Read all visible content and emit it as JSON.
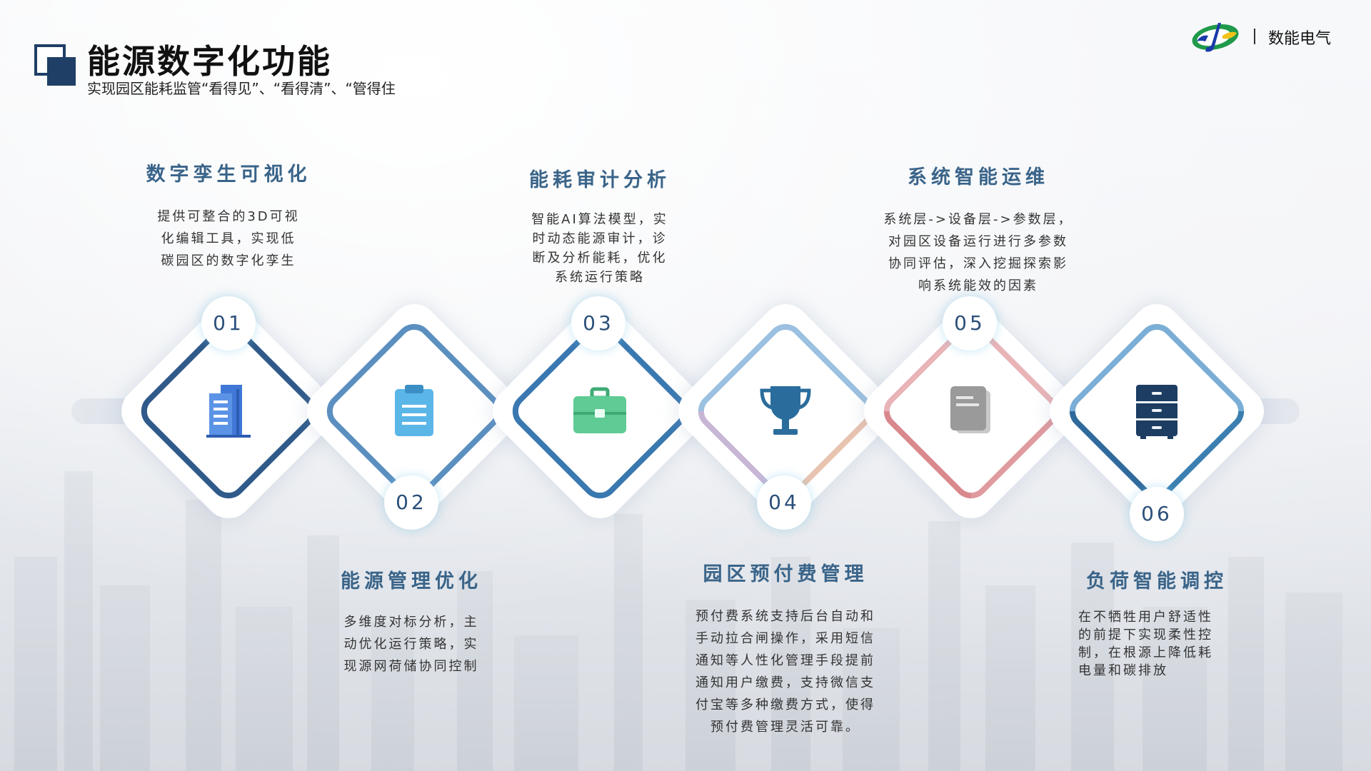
{
  "header": {
    "title": "能源数字化功能",
    "subtitle": "实现园区能耗监管“看得见”、“看得清”、“管得住"
  },
  "logo": {
    "company": "数能电气"
  },
  "items": [
    {
      "number": "01",
      "title": "数字孪生可视化",
      "desc_lines": [
        "提供可整合的3D可视",
        "化编辑工具，实现低",
        "碳园区的数字化孪生"
      ],
      "icon": "building-icon"
    },
    {
      "number": "02",
      "title": "能源管理优化",
      "desc_lines": [
        "多维度对标分析，主",
        "动优化运行策略，实",
        "现源网荷储协同控制"
      ],
      "icon": "clipboard-icon"
    },
    {
      "number": "03",
      "title": "能耗审计分析",
      "desc_lines": [
        "智能AI算法模型，实",
        "时动态能源审计，诊",
        "断及分析能耗，优化",
        "系统运行策略"
      ],
      "icon": "briefcase-icon"
    },
    {
      "number": "04",
      "title": "园区预付费管理",
      "desc_lines": [
        "预付费系统支持后台自动和",
        "手动拉合闸操作，采用短信",
        "通知等人性化管理手段提前",
        "通知用户缴费，支持微信支",
        "付宝等多种缴费方式，使得",
        "预付费管理灵活可靠。"
      ],
      "icon": "trophy-icon"
    },
    {
      "number": "05",
      "title": "系统智能运维",
      "desc_lines": [
        "系统层->设备层->参数层，",
        "对园区设备运行进行多参数",
        "协同评估，深入挖掘探索影",
        "响系统能效的因素"
      ],
      "icon": "document-icon"
    },
    {
      "number": "06",
      "title": "负荷智能调控",
      "desc_lines": [
        "在不牺牲用户舒适性",
        "的前提下实现柔性控",
        "制，在根源上降低耗",
        "电量和碳排放"
      ],
      "icon": "cabinet-icon"
    }
  ],
  "colors": {
    "title_blue": "#3a6489",
    "navy": "#1f3f66",
    "ring_blue": "#2f5a8a",
    "ring_light_blue": "#5b8fc0",
    "ring_sky": "#4aa6d6",
    "ring_pink": "#e39a9e",
    "icon_blue": "#5b93e6",
    "icon_sky": "#5bb6e8",
    "icon_green": "#5fcb95",
    "icon_trophy": "#2a6d9c",
    "icon_gray": "#9a9a9a",
    "icon_navy": "#1d3d62"
  }
}
